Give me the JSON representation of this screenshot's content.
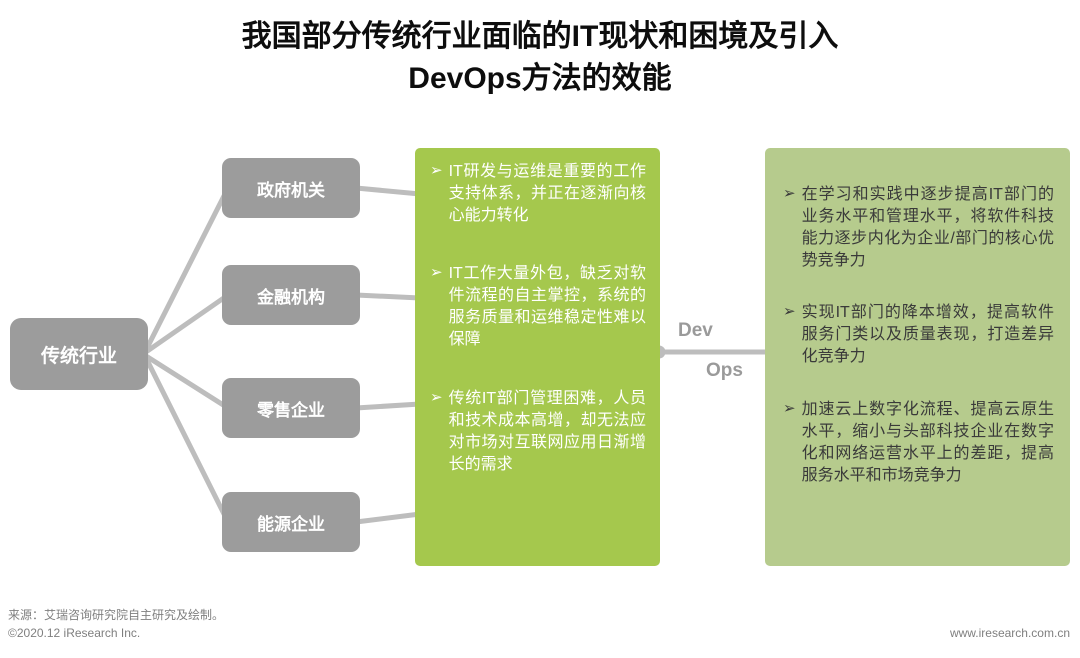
{
  "title": {
    "line1": "我国部分传统行业面临的IT现状和困境及引入",
    "line2": "DevOps方法的效能"
  },
  "diagram": {
    "root_label": "传统行业",
    "industries": [
      {
        "label": "政府机关"
      },
      {
        "label": "金融机构"
      },
      {
        "label": "零售企业"
      },
      {
        "label": "能源企业"
      }
    ],
    "challenges_panel": {
      "bullet_icon": "➢",
      "bullets": [
        "IT研发与运维是重要的工作支持体系，并正在逐渐向核心能力转化",
        "IT工作大量外包，缺乏对软件流程的自主掌控，系统的服务质量和运维稳定性难以保障",
        "传统IT部门管理困难，人员和技术成本高增，却无法应对市场对互联网应用日渐增长的需求"
      ]
    },
    "connector": {
      "top_label": "Dev",
      "bottom_label": "Ops"
    },
    "benefits_panel": {
      "bullet_icon": "➢",
      "bullets": [
        "在学习和实践中逐步提高IT部门的业务水平和管理水平，将软件科技能力逐步内化为企业/部门的核心优势竞争力",
        "实现IT部门的降本增效，提高软件服务门类以及质量表现，打造差异化竞争力",
        "加速云上数字化流程、提高云原生水平，缩小与头部科技企业在数字化和网络运营水平上的差距，提高服务水平和市场竞争力"
      ]
    },
    "colors": {
      "node_gray": "#9c9c9c",
      "challenges_green": "#a5c84d",
      "benefits_green": "#b6cb8d",
      "line_gray": "#bdbdbd",
      "connector_label_gray": "#9a9a9a"
    }
  },
  "footer": {
    "source": "来源：艾瑞咨询研究院自主研究及绘制。",
    "copyright": "©2020.12 iResearch Inc.",
    "website": "www.iresearch.com.cn"
  }
}
